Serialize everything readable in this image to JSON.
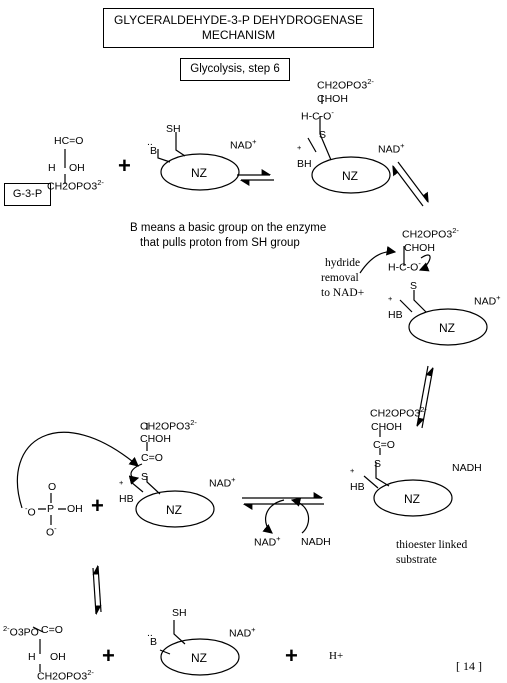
{
  "title": {
    "line1": "GLYCERALDEHYDE-3-P DEHYDROGENASE",
    "line2": "MECHANISM"
  },
  "subtitle": "Glycolysis, step 6",
  "g3p_label": "G-3-P",
  "enzyme_label": "NZ",
  "nad": "NAD",
  "nadh": "NADH",
  "plus": "+",
  "h_plus": "H+",
  "page_number": "[ 14 ]",
  "caption_basic_group": {
    "line1": "B means a basic group on the enzyme",
    "line2": "that pulls proton from SH group"
  },
  "caption_hydride": {
    "line1": "hydride",
    "line2": "removal",
    "line3": "to NAD+"
  },
  "caption_thioester": {
    "line1": "thioester linked",
    "line2": "substrate"
  },
  "chem": {
    "aldehyde_top": "HC=O",
    "choh_h": "H",
    "choh_oh": "OH",
    "ch2opo3": "CH2OPO3",
    "sh": "SH",
    "b": "B",
    "bh": "BH",
    "hb": "HB",
    "choh": "CHOH",
    "hco": "H-C-O",
    "c_eq_o": "C=O",
    "s": "S",
    "phosphate_o1": "O",
    "phosphate_p": "P",
    "phosphate_oh": "OH",
    "product_o3po": "O3PO",
    "product_c": "C=O"
  },
  "colors": {
    "ink": "#000000",
    "background": "#ffffff"
  }
}
